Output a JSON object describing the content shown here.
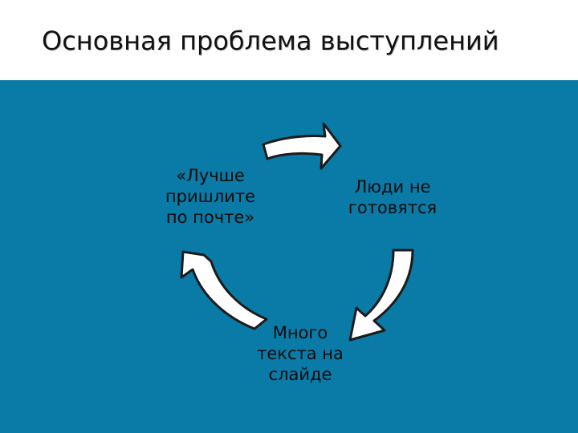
{
  "slide": {
    "title": "Основная проблема выступлений"
  },
  "colors": {
    "background_panel": "#0a7aa6",
    "title_bar": "#ffffff",
    "arrow_fill": "#ffffff",
    "arrow_stroke": "#1b1b1b"
  },
  "cycle": {
    "nodes": [
      {
        "label": "«Лучше\nпришлите\nпо почте»"
      },
      {
        "label": "Люди не\nготовятся"
      },
      {
        "label": "Много\nтекста на\nслайде"
      }
    ],
    "arrows": [
      {
        "from": "«Лучше пришлите по почте»",
        "to": "Люди не готовятся",
        "icon": "curved-arrow-icon"
      },
      {
        "from": "Люди не готовятся",
        "to": "Много текста на слайде",
        "icon": "curved-arrow-icon"
      },
      {
        "from": "Много текста на слайде",
        "to": "«Лучше пришлите по почте»",
        "icon": "curved-arrow-icon"
      }
    ]
  }
}
